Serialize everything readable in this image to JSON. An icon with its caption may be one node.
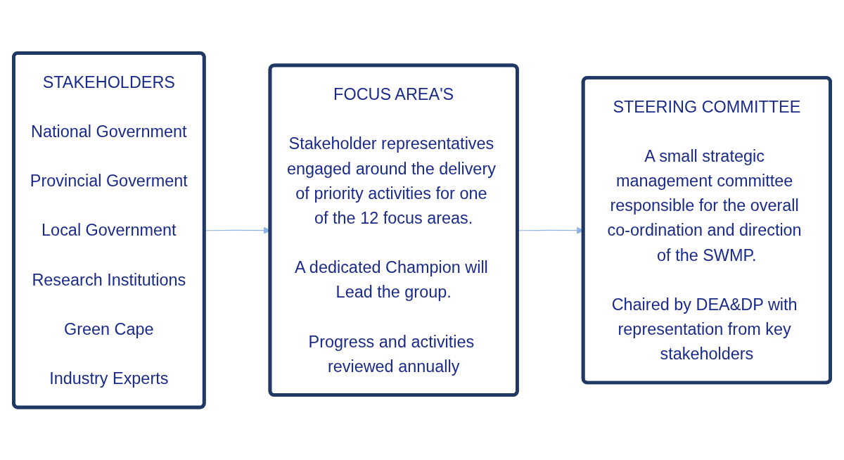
{
  "diagram": {
    "nodes": [
      {
        "text": [
          "STAKEHOLDERS",
          "National Government",
          "Provincial Goverment",
          "Local Government",
          "Research Institutions",
          "Green Cape",
          "Industry Experts"
        ]
      },
      {
        "text": [
          "FOCUS AREA'S",
          "Stakeholder representatives engaged around the delivery of priority activities for one of the 12 focus areas.",
          "A dedicated Champion will Lead the group.",
          "Progress and activities reviewed annually"
        ]
      },
      {
        "text": [
          "STEERING COMMITTEE",
          "A small strategic management committee responsible for the overall co-ordination and direction of the SWMP.",
          "Chaired by DEA&DP with representation from key stakeholders"
        ]
      }
    ],
    "edges": [
      {
        "from": 0,
        "to": 1,
        "arrow": "to"
      },
      {
        "from": 1,
        "to": 2,
        "arrow": "to"
      }
    ]
  }
}
